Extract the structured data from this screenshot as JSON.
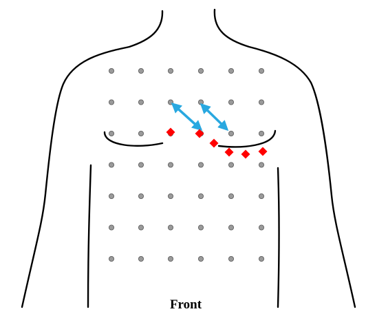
{
  "caption": "Front",
  "colors": {
    "outline": "#000000",
    "grid_dot_fill": "#9a9a9a",
    "grid_dot_stroke": "#555555",
    "electrode_marker": "#ff0000",
    "arrow": "#29a8e0"
  },
  "icons": {
    "grid_dot": "circle",
    "electrode_marker": "diamond",
    "arrow": "double-headed-arrow"
  },
  "grid": {
    "rows": 7,
    "columns": 6
  },
  "electrode_marker_count": 6,
  "arrow_count": 2
}
